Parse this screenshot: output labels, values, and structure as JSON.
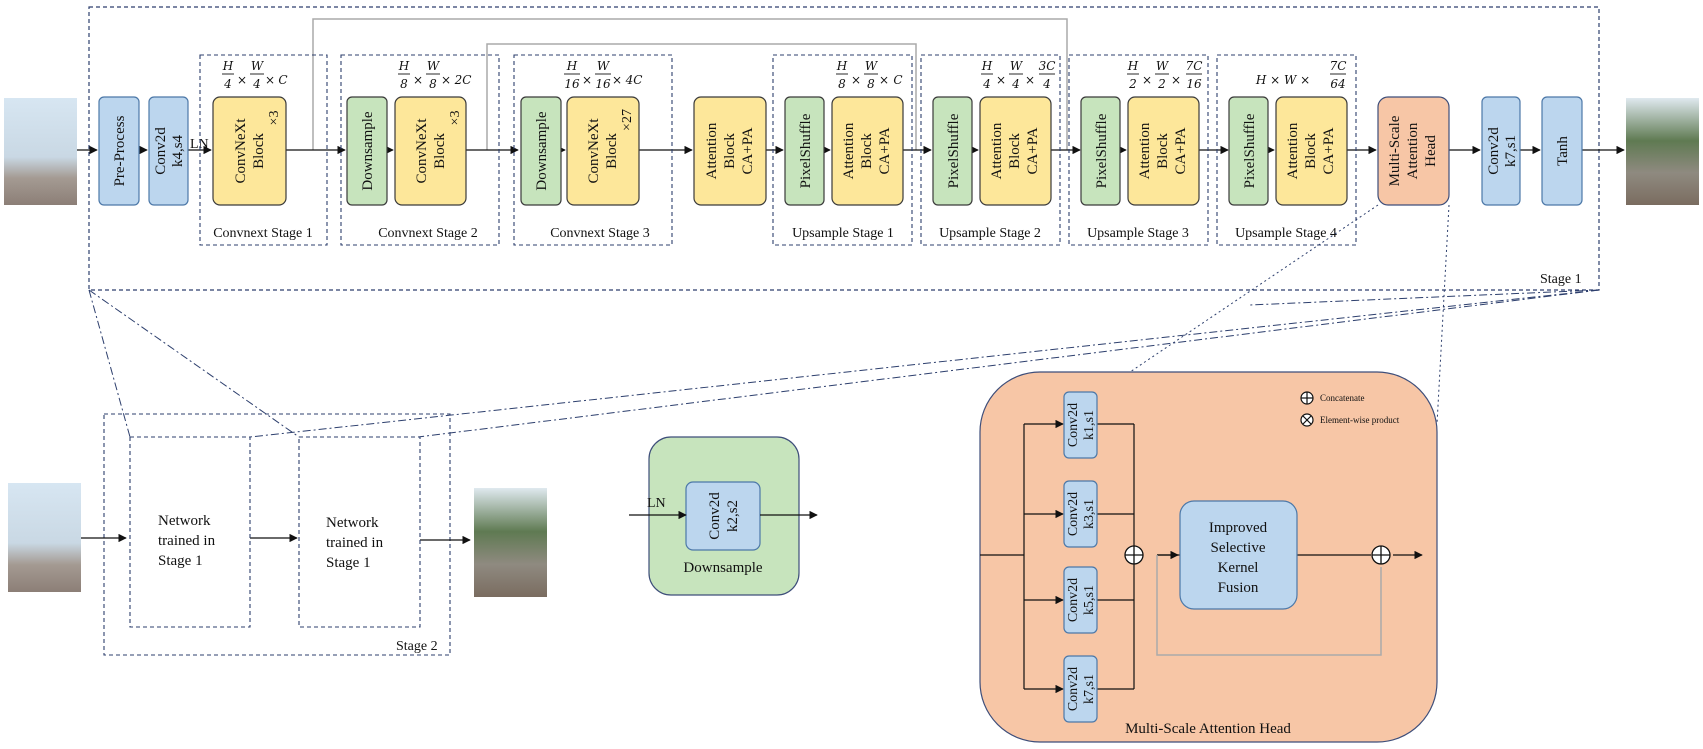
{
  "colors": {
    "blue_fill": "#bcd6ee",
    "blue_stroke": "#4c78a8",
    "yellow_fill": "#fde79a",
    "yellow_stroke": "#3a3a3a",
    "green_fill": "#c7e4bd",
    "green_stroke": "#3a3a3a",
    "orange_fill": "#f7c6a6",
    "orange_stroke": "#3e4e7a",
    "dash_stroke": "#2d3f6d",
    "skip_stroke": "#aaaaaa"
  },
  "stage1": {
    "label": "Stage 1",
    "preprocess": "Pre-Process",
    "conv_in": [
      "Conv2d",
      "k4,s4"
    ],
    "ln": "LN",
    "convnext_block": [
      "ConvNeXt",
      "Block"
    ],
    "conv_stage1": {
      "label": "Convnext Stage 1",
      "repeat": "×3",
      "dims": "H/4 × W/4 × C"
    },
    "conv_stage2": {
      "label": "Convnext Stage 2",
      "repeat": "×3",
      "dims": "H/8 × W/8 × 2C"
    },
    "conv_stage3": {
      "label": "Convnext Stage 3",
      "repeat": "×27",
      "dims": "H/16 × W/16 × 4C"
    },
    "downsample": "Downsample",
    "attention_block": [
      "Attention",
      "Block",
      "CA+PA"
    ],
    "pixelshuffle": "PixelShuffle",
    "up_stage1": {
      "label": "Upsample Stage 1",
      "dims": "H/8 × W/8 × C"
    },
    "up_stage2": {
      "label": "Upsample Stage 2",
      "dims": "H/4 × W/4 × 3C/4"
    },
    "up_stage3": {
      "label": "Upsample Stage 3",
      "dims": "H/2 × W/2 × 7C/16"
    },
    "up_stage4": {
      "label": "Upsample Stage 4",
      "dims": "H × W × 7C/64"
    },
    "msah": [
      "Multi-Scale",
      "Attention",
      "Head"
    ],
    "conv_out": [
      "Conv2d",
      "k7,s1"
    ],
    "tanh": "Tanh"
  },
  "stage2": {
    "label": "Stage 2",
    "net": [
      "Network",
      "trained in",
      "Stage 1"
    ]
  },
  "downsample_detail": {
    "title": "Downsample",
    "ln": "LN",
    "conv": [
      "Conv2d",
      "k2,s2"
    ]
  },
  "msah_detail": {
    "title": "Multi-Scale Attention Head",
    "convs": [
      [
        "Conv2d",
        "k1,s1"
      ],
      [
        "Conv2d",
        "k3,s1"
      ],
      [
        "Conv2d",
        "k5,s1"
      ],
      [
        "Conv2d",
        "k7,s1"
      ]
    ],
    "fusion": [
      "Improved",
      "Selective",
      "Kernel",
      "Fusion"
    ],
    "legend_concat": "Concatenate",
    "legend_product": "Element-wise product"
  }
}
